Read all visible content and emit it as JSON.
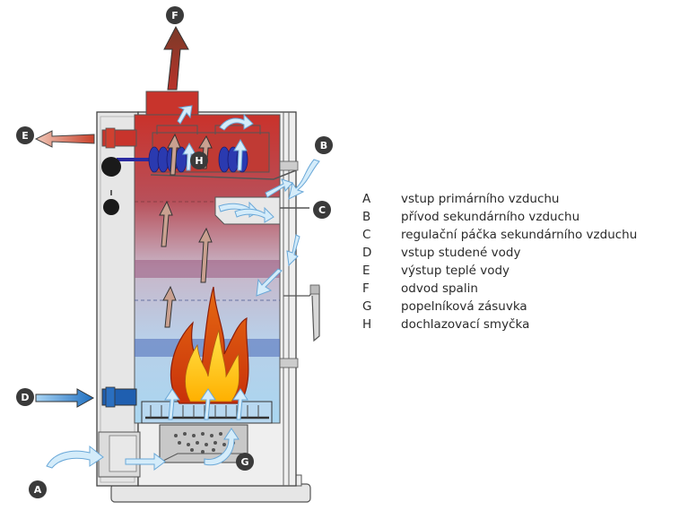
{
  "callouts": {
    "a": "A",
    "b": "B",
    "c": "C",
    "d": "D",
    "e": "E",
    "f": "F",
    "g": "G",
    "h": "H"
  },
  "legend": [
    {
      "key": "A",
      "label": "vstup primárního vzduchu"
    },
    {
      "key": "B",
      "label": "přívod sekundárního vzduchu"
    },
    {
      "key": "C",
      "label": "regulační páčka sekundárního vzduchu"
    },
    {
      "key": "D",
      "label": "vstup studené vody"
    },
    {
      "key": "E",
      "label": "výstup teplé vody"
    },
    {
      "key": "F",
      "label": "odvod spalin"
    },
    {
      "key": "G",
      "label": "popelníková zásuvka"
    },
    {
      "key": "H",
      "label": "dochlazovací smyčka"
    }
  ],
  "colors": {
    "hot": "#c8302a",
    "cold": "#1f6fc0",
    "casing": "#e4e4e4",
    "air": "#cde9f7",
    "flame_outer": "#e05a10",
    "flame_inner": "#ffd21a",
    "callout": "#3a3a3a"
  }
}
